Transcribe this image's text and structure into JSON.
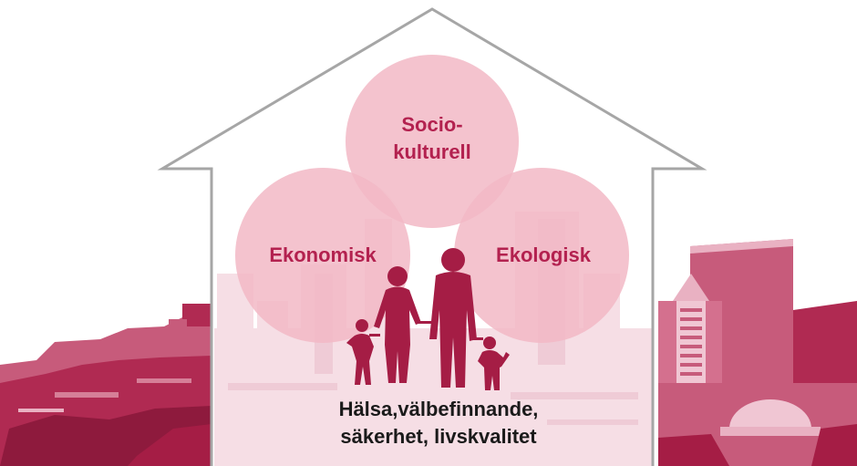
{
  "diagram": {
    "circles": {
      "top": {
        "lines": [
          "Socio-",
          "kulturell"
        ]
      },
      "left": {
        "lines": [
          "Ekonomisk"
        ]
      },
      "right": {
        "lines": [
          "Ekologisk"
        ]
      }
    },
    "caption": {
      "line1": "Hälsa,välbefinnande,",
      "line2": "säkerhet, livskvalitet"
    }
  },
  "colors": {
    "circle_fill": "#f2b8c6",
    "circle_text": "#b3214f",
    "house_stroke": "#a6a6a6",
    "city_dark": "#b02a52",
    "city_mid": "#c75b7b",
    "city_light": "#e9b1c2",
    "city_faint": "#f6dee5",
    "family": "#a51d45",
    "caption_text": "#1a1a1a"
  }
}
